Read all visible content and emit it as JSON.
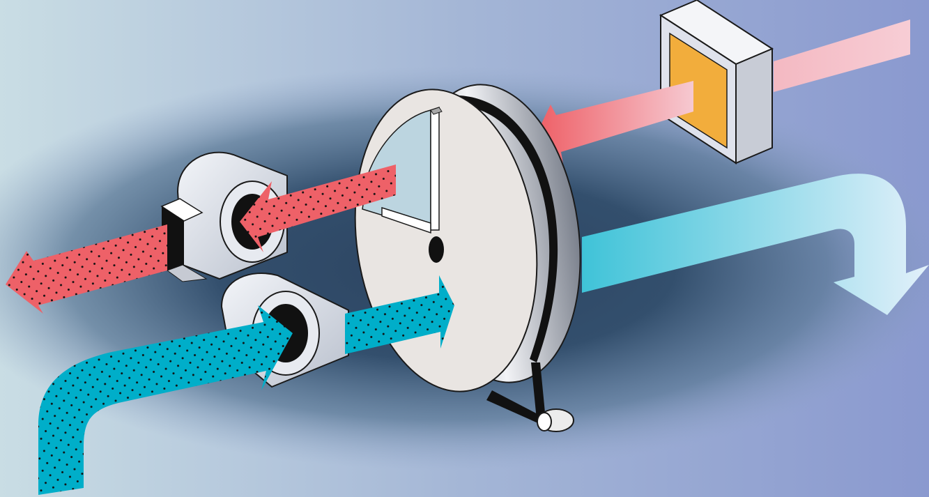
{
  "diagram": {
    "labels": [],
    "components": [
      {
        "name": "filter",
        "icon": "filter-icon"
      },
      {
        "name": "desiccant-wheel",
        "icon": "wheel-icon"
      },
      {
        "name": "reactivation-blower",
        "icon": "blower-icon"
      },
      {
        "name": "process-blower",
        "icon": "blower-icon"
      },
      {
        "name": "drive-motor",
        "icon": "motor-icon"
      }
    ],
    "flows": [
      {
        "name": "reactivation-air-in",
        "color": "#f4c1c8"
      },
      {
        "name": "heated-reactivation-air",
        "color": "#ef6b6e"
      },
      {
        "name": "wet-exhaust-air",
        "color": "#ee6168"
      },
      {
        "name": "process-air-in",
        "color": "#00aec9"
      },
      {
        "name": "dry-air-out",
        "color": "#9fdfea"
      }
    ],
    "colors": {
      "background_light": "#c9dde4",
      "background_blue": "#8d9dd0",
      "background_dark": "#2d4562",
      "wheel_face": "#e9e5e2",
      "wheel_sector": "#bcd5e0",
      "filter_element": "#f2ad3c",
      "housing": "#dfe2ec"
    }
  }
}
